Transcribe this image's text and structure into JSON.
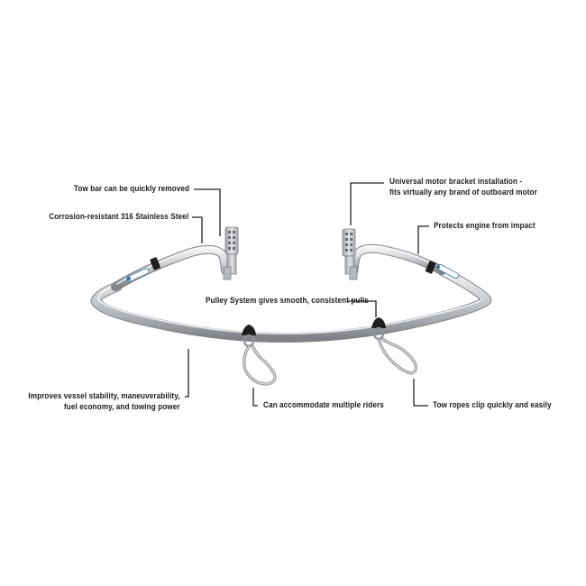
{
  "diagram": {
    "callouts": {
      "tow_bar_removed": "Tow bar can be quickly removed",
      "corrosion_resistant": "Corrosion-resistant 316 Stainless Steel",
      "universal_bracket": "Universal motor bracket installation -\nfits virtually any brand of outboard motor",
      "protects_engine": "Protects engine from impact",
      "pulley_system": "Pulley System gives smooth, consistent pulls",
      "vessel_stability": "Improves vessel stability, maneuverability,\nfuel economy, and towing power",
      "multiple_riders": "Can accommodate multiple riders",
      "tow_ropes": "Tow ropes clip quickly and easily"
    },
    "colors": {
      "steel": "#c4c7ca",
      "steel_highlight": "#eef0f2",
      "steel_shadow": "#8e9296",
      "leader_line": "#222222",
      "clamp": "#1e1e1e",
      "badge_accent": "#2b6f9e"
    }
  }
}
